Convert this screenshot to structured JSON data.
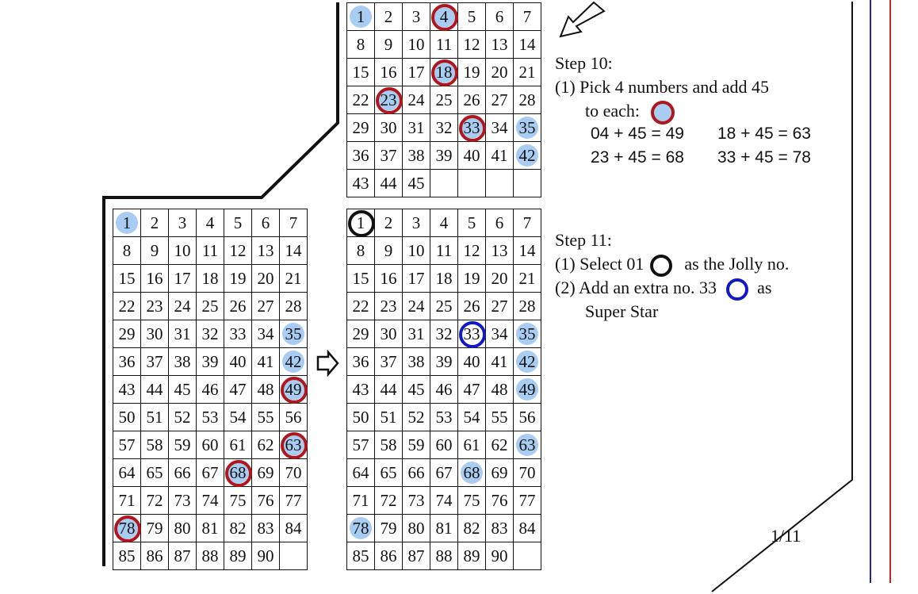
{
  "grids": {
    "top": {
      "count": 45,
      "blue": [
        1,
        35,
        42
      ],
      "red": [
        4,
        18,
        23,
        33
      ],
      "black": [],
      "blue_ring": []
    },
    "left": {
      "count": 90,
      "blue": [
        1,
        35,
        42
      ],
      "red": [
        49,
        63,
        68,
        78
      ],
      "black": [],
      "blue_ring": []
    },
    "right": {
      "count": 90,
      "blue": [
        35,
        42,
        49,
        63,
        68,
        78
      ],
      "red": [],
      "black": [
        1
      ],
      "blue_ring": [
        33
      ]
    }
  },
  "step10": {
    "title": "Step 10:",
    "line1": "(1) Pick 4 numbers and add 45",
    "line2": "to each:",
    "sums": [
      "04 + 45 = 49",
      "18 + 45 = 63",
      "23 + 45 = 68",
      "33 + 45 = 78"
    ]
  },
  "step11": {
    "title": "Step 11:",
    "line1a": "(1) Select 01",
    "line1b": "as the Jolly no.",
    "line2a": "(2) Add an extra no. 33",
    "line2b": "as",
    "line3": "Super Star"
  },
  "page_number": "1/11",
  "colors": {
    "highlight_fill": "#a9cdf2",
    "red_ring": "#b0161c",
    "black_ring": "#111111",
    "blue_ring": "#1118c8",
    "margin_blue": "#1a22b8",
    "margin_red": "#c0282a"
  },
  "icons": {
    "top_arrow": "hollow-arrow-down-left-icon",
    "mid_arrow": "hollow-arrow-right-icon"
  }
}
